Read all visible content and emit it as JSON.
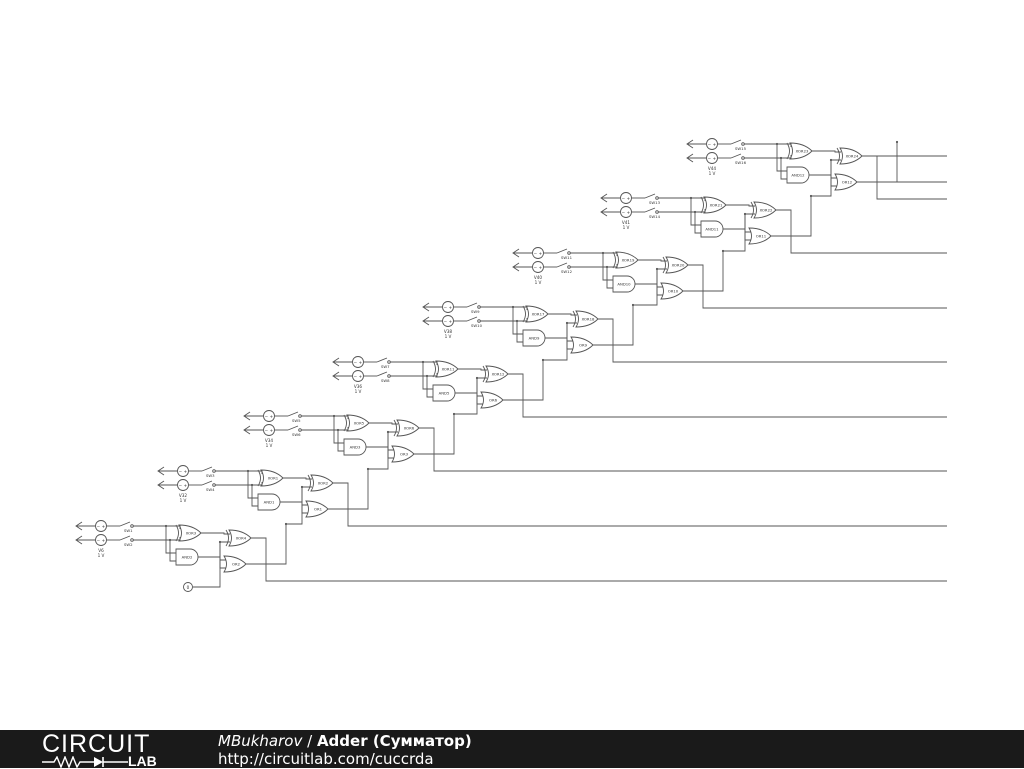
{
  "circuit": {
    "stages": [
      {
        "source_label": "V6",
        "source_value": "1 V",
        "switch_a": "SW1",
        "switch_b": "SW2",
        "xor_in": "XOR3",
        "and_gate": "AND2",
        "xor_out": "XOR4",
        "or_gate": "OR2"
      },
      {
        "source_label": "V32",
        "source_value": "1 V",
        "switch_a": "SW3",
        "switch_b": "SW4",
        "xor_in": "XOR1",
        "and_gate": "AND1",
        "xor_out": "XOR2",
        "or_gate": "OR1"
      },
      {
        "source_label": "V34",
        "source_value": "1 V",
        "switch_a": "SW5",
        "switch_b": "SW6",
        "xor_in": "XOR5",
        "and_gate": "AND3",
        "xor_out": "XOR6",
        "or_gate": "OR3"
      },
      {
        "source_label": "V36",
        "source_value": "1 V",
        "switch_a": "SW7",
        "switch_b": "SW8",
        "xor_in": "XOR11",
        "and_gate": "AND5",
        "xor_out": "XOR12",
        "or_gate": "OR6"
      },
      {
        "source_label": "V38",
        "source_value": "1 V",
        "switch_a": "SW9",
        "switch_b": "SW10",
        "xor_in": "XOR17",
        "and_gate": "AND9",
        "xor_out": "XOR18",
        "or_gate": "OR9"
      },
      {
        "source_label": "V40",
        "source_value": "1 V",
        "switch_a": "SW11",
        "switch_b": "SW12",
        "xor_in": "XOR19",
        "and_gate": "AND10",
        "xor_out": "XOR20",
        "or_gate": "OR10"
      },
      {
        "source_label": "V41",
        "source_value": "1 V",
        "switch_a": "SW13",
        "switch_b": "SW14",
        "xor_in": "XOR21",
        "and_gate": "AND11",
        "xor_out": "XOR22",
        "or_gate": "OR11"
      },
      {
        "source_label": "V44",
        "source_value": "1 V",
        "switch_a": "SW15",
        "switch_b": "SW16",
        "xor_in": "XOR23",
        "and_gate": "AND12",
        "xor_out": "XOR24",
        "or_gate": "OR12"
      }
    ],
    "ground_symbol": "0",
    "source_plus": "+",
    "source_minus": "−"
  },
  "footer": {
    "logo_top": "CIRCUIT",
    "logo_bottom": "LAB",
    "author": "MBukharov",
    "separator": " / ",
    "title": "Adder (Сумматор)",
    "url": "http://circuitlab.com/cuccrda"
  },
  "colors": {
    "wire": "#555555",
    "footer_bg": "#1a1a1a",
    "footer_text": "#ffffff"
  }
}
